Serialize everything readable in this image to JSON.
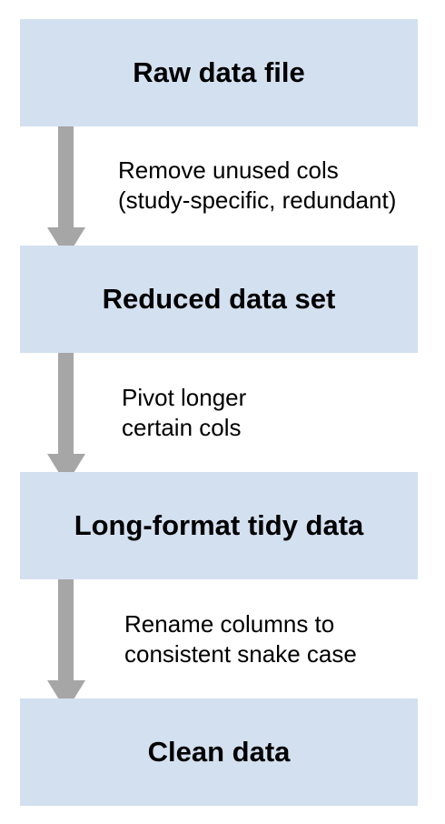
{
  "colors": {
    "box_fill": "#d3e0f0",
    "arrow_fill": "#a6a6a6",
    "text": "#000000"
  },
  "nodes": [
    {
      "label": "Raw data file"
    },
    {
      "label": "Reduced data set"
    },
    {
      "label": "Long-format tidy data"
    },
    {
      "label": "Clean data"
    }
  ],
  "steps": [
    {
      "lines": [
        "Remove unused cols",
        "(study-specific, redundant)"
      ]
    },
    {
      "lines": [
        "Pivot longer",
        "certain cols"
      ]
    },
    {
      "lines": [
        "Rename columns to",
        "consistent snake case"
      ]
    }
  ]
}
